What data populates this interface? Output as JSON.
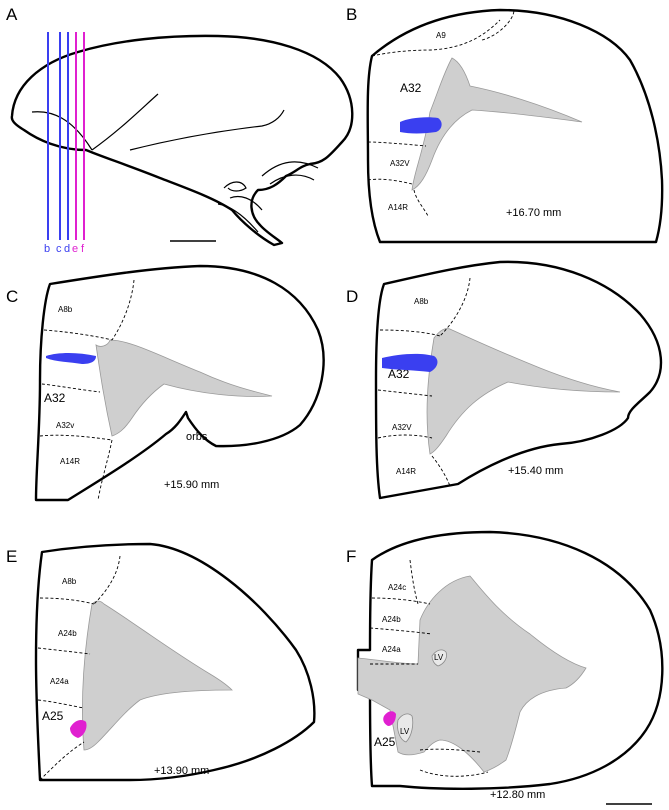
{
  "panels": {
    "A": {
      "letter": "A",
      "tract_labels": [
        "b",
        "c",
        "d",
        "e",
        "f"
      ],
      "colors": {
        "blue": "#3a3ff0",
        "magenta": "#e020d0"
      }
    },
    "B": {
      "letter": "B",
      "areas": [
        "A9",
        "A32",
        "A32V",
        "A14R"
      ],
      "coordinate": "+16.70 mm"
    },
    "C": {
      "letter": "C",
      "areas": [
        "A8b",
        "A32",
        "A32v",
        "A14R"
      ],
      "extra_label": "orbs",
      "coordinate": "+15.90 mm"
    },
    "D": {
      "letter": "D",
      "areas": [
        "A8b",
        "A32",
        "A32V",
        "A14R"
      ],
      "coordinate": "+15.40 mm"
    },
    "E": {
      "letter": "E",
      "areas": [
        "A8b",
        "A24b",
        "A24a",
        "A25"
      ],
      "coordinate": "+13.90 mm"
    },
    "F": {
      "letter": "F",
      "areas": [
        "A24c",
        "A24b",
        "A24a",
        "A25"
      ],
      "ventricle_labels": [
        "LV",
        "LV"
      ],
      "coordinate": "+12.80 mm"
    }
  }
}
